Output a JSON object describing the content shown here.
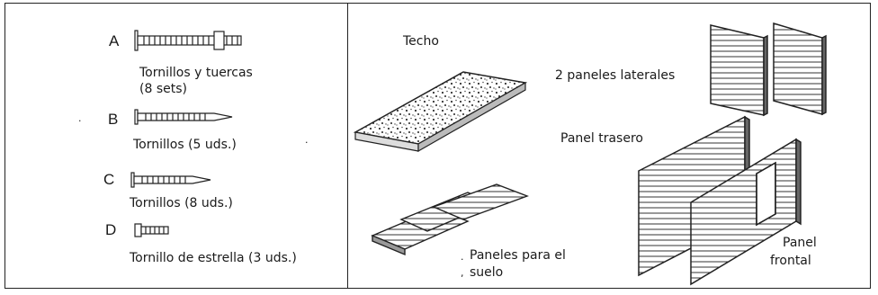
{
  "parts": [
    {
      "letter": "A",
      "label_line1": "Tornillos y tuercas",
      "label_line2": "(8 sets)",
      "icon": "bolt-with-nut-icon"
    },
    {
      "letter": "B",
      "label": "Tornillos (5 uds.)",
      "icon": "long-screw-icon"
    },
    {
      "letter": "C",
      "label": "Tornillos (8 uds.)",
      "icon": "screw-icon"
    },
    {
      "letter": "D",
      "label": "Tornillo de estrella (3 uds.)",
      "icon": "star-screw-icon"
    }
  ],
  "components": {
    "roof": "Techo",
    "side_panels": "2 paneles laterales",
    "back_panel": "Panel trasero",
    "floor_line1": "Paneles para el",
    "floor_line2": "suelo",
    "front_line1": "Panel",
    "front_line2": "frontal"
  }
}
